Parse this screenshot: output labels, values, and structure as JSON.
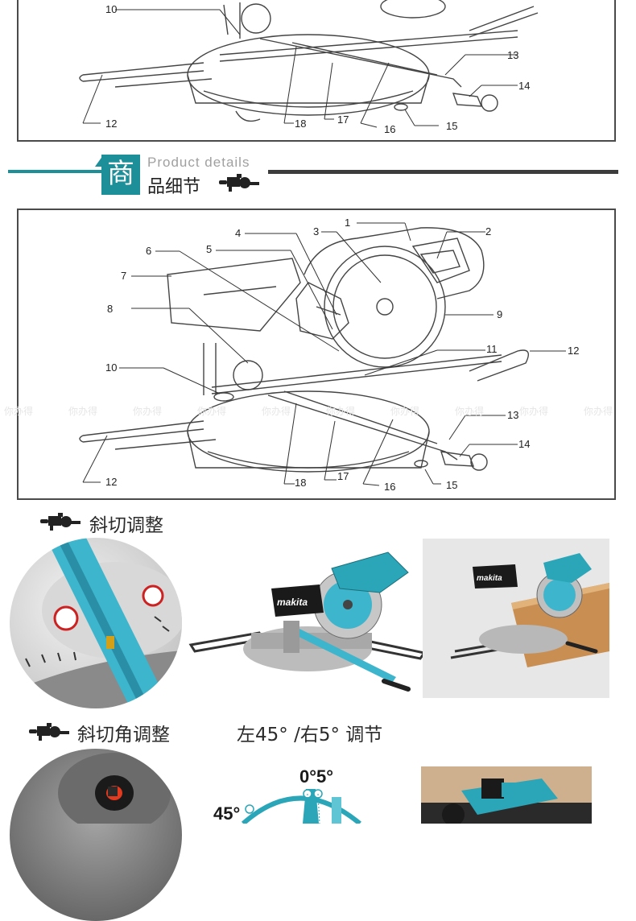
{
  "top_panel": {
    "callouts": [
      "10",
      "12",
      "13",
      "14",
      "15",
      "16",
      "17",
      "18"
    ]
  },
  "section_header": {
    "badge_char": "商",
    "english": "Product details",
    "chinese": "品细节"
  },
  "main_panel": {
    "callouts": [
      "1",
      "2",
      "3",
      "4",
      "5",
      "6",
      "7",
      "8",
      "9",
      "10",
      "11",
      "12",
      "13",
      "14",
      "15",
      "16",
      "17",
      "18"
    ]
  },
  "watermark": {
    "text": "你办得"
  },
  "feature_1": {
    "title": "斜切调整"
  },
  "feature_2": {
    "title": "斜切角调整",
    "caption": "左45° /右5° 调节"
  },
  "angle_diagram": {
    "label_top": "0°5°",
    "label_left": "45°"
  },
  "brand": {
    "logo_text": "makita"
  },
  "colors": {
    "teal": "#1c8f99",
    "dark": "#3c3c3c",
    "blade_teal": "#2aa6b8"
  }
}
